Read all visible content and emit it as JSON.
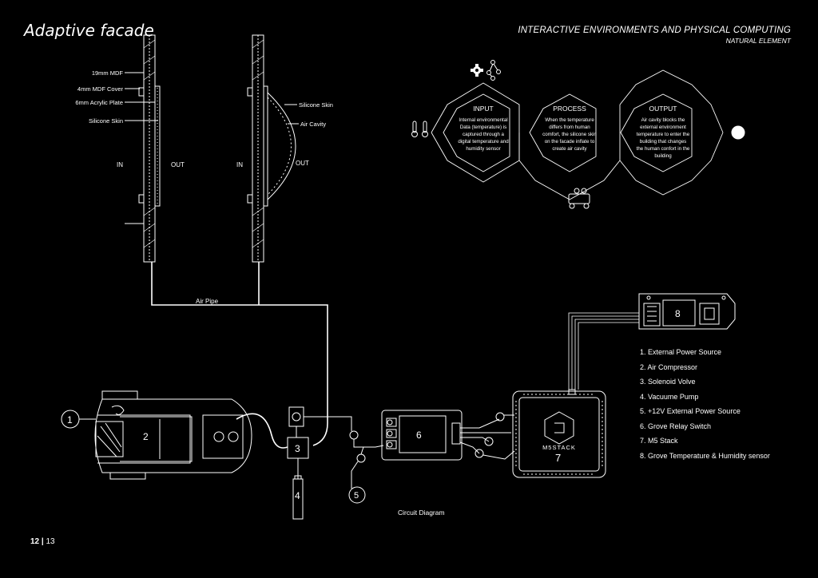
{
  "page": {
    "title": "Adaptive facade",
    "header_line1": "INTERACTIVE ENVIRONMENTS AND PHYSICAL COMPUTING",
    "header_line2": "NATURAL ELEMENT",
    "page_current": "12",
    "page_separator": "|",
    "page_next": "13"
  },
  "facade": {
    "labels": [
      "19mm MDF",
      "4mm MDF Cover",
      "6mm Acrylic Plate",
      "Silicone Skin"
    ],
    "right_labels": [
      "Silicone Skin",
      "Air Cavity"
    ],
    "in_label": "IN",
    "out_label": "OUT",
    "air_pipe": "Air Pipe"
  },
  "ipo": {
    "input_title": "INPUT",
    "input_text": [
      "Internal environmental",
      "Data (temperature) is",
      "captured through a",
      "digital temperature and",
      "humidity sensor"
    ],
    "process_title": "PROCESS",
    "process_text": [
      "When the temperature",
      "differs from human",
      "comfort, the silicone skin",
      "on the facade inflate to",
      "create air cavity"
    ],
    "output_title": "OUTPUT",
    "output_text": [
      "Air cavity blocks the",
      "external environment",
      "temperature to enter the",
      "building that changes",
      "the human confort in the",
      "building"
    ]
  },
  "circuit": {
    "caption": "Circuit Diagram",
    "numbers": [
      "1",
      "2",
      "3",
      "4",
      "5",
      "6",
      "7",
      "8"
    ],
    "m5_label": "M5STACK"
  },
  "legend": [
    "1. External Power Source",
    "2. Air Compressor",
    "3. Solenoid Volve",
    "4. Vacuume Pump",
    "5. +12V External Power Source",
    "6. Grove Relay Switch",
    "7. M5 Stack",
    "8. Grove Temperature & Humidity sensor"
  ]
}
